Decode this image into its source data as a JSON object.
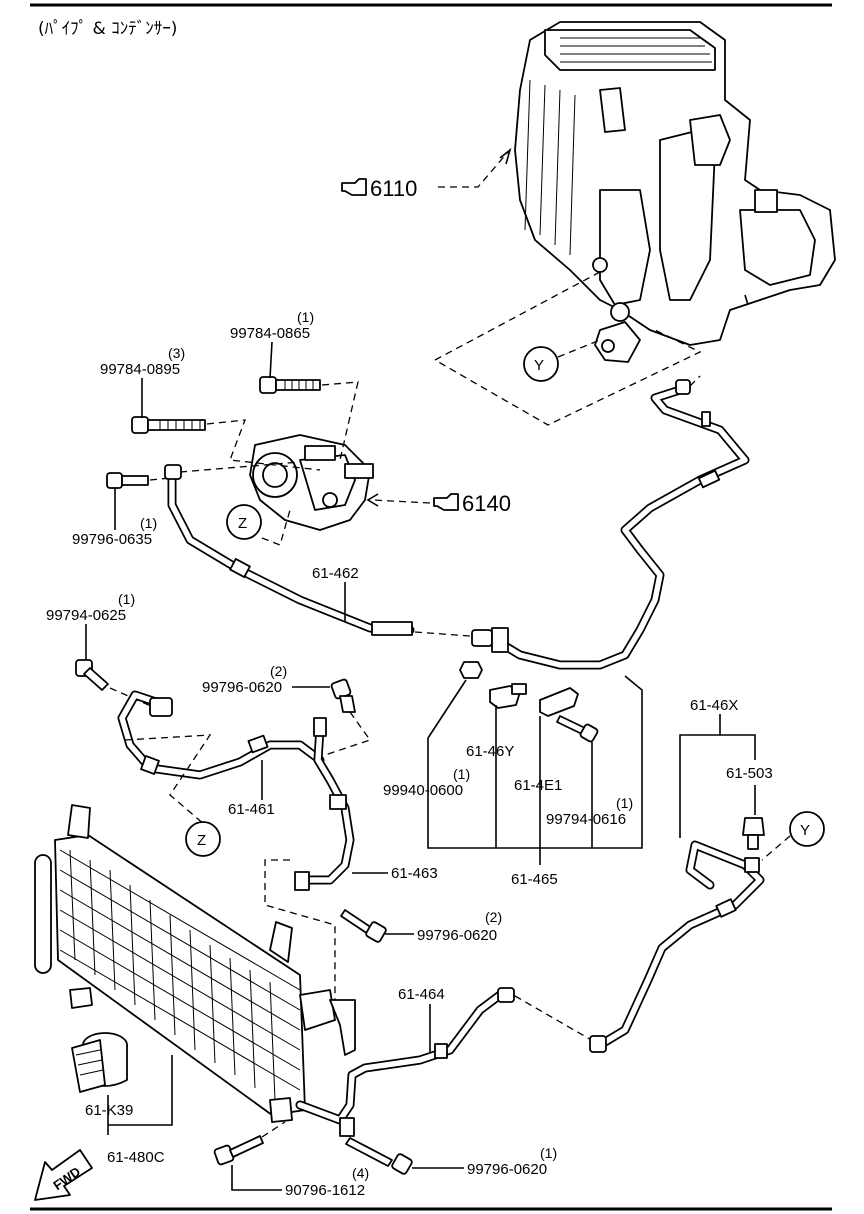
{
  "header": {
    "title": "(ﾊﾟｲﾌﾟ & ｺﾝﾃﾞﾝｻｰ)"
  },
  "refs": {
    "r6110": "6110",
    "r6140": "6140"
  },
  "markers": {
    "y": "Y",
    "z": "Z"
  },
  "fwd": "FWD",
  "labels": {
    "p99784_0865": "99784-0865",
    "q99784_0865": "(1)",
    "p99784_0895": "99784-0895",
    "q99784_0895": "(3)",
    "p99796_0635": "99796-0635",
    "q99796_0635": "(1)",
    "p61_462": "61-462",
    "p99794_0625": "99794-0625",
    "q99794_0625": "(1)",
    "p99796_0620a": "99796-0620",
    "q99796_0620a": "(2)",
    "p61_461": "61-461",
    "p61_46Y": "61-46Y",
    "p99940_0600": "99940-0600",
    "q99940_0600": "(1)",
    "p61_4E1": "61-4E1",
    "p99794_0616": "99794-0616",
    "q99794_0616": "(1)",
    "p61_465": "61-465",
    "p61_46X": "61-46X",
    "p61_503": "61-503",
    "p61_463": "61-463",
    "p99796_0620b": "99796-0620",
    "q99796_0620b": "(2)",
    "p61_464": "61-464",
    "p61_K39": "61-K39",
    "p61_480C": "61-480C",
    "p90796_1612": "90796-1612",
    "q90796_1612": "(4)",
    "p99796_0620c": "99796-0620",
    "q99796_0620c": "(1)"
  }
}
